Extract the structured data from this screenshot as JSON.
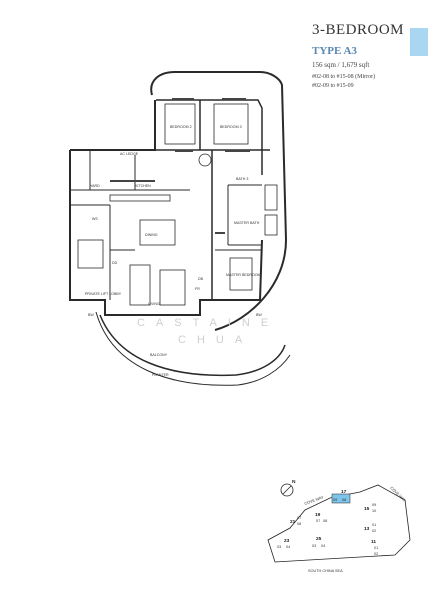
{
  "header": {
    "title": "3-BEDROOM",
    "type": "TYPE A3",
    "area": "156 sqm / 1,679 sqft",
    "units": [
      "#02-08 to #15-08 (Mirror)",
      "#02-09 to #15-09"
    ]
  },
  "colors": {
    "accent": "#a9d6f0",
    "type_text": "#5a87b2",
    "highlight": "#7fc4ea"
  },
  "rooms": {
    "bedroom2": "BEDROOM 2",
    "bedroom3": "BEDROOM 3",
    "ac_ledge": "AC LEDGE",
    "yard": "YARD",
    "kitchen": "KITCHEN",
    "ws": "WS",
    "bath3": "BATH 3",
    "master_bath": "MASTER BATH",
    "master_bedroom": "MASTER BEDROOM",
    "private_lift_lobby": "PRIVATE LIFT LOBBY",
    "dining": "DINING",
    "living": "LIVING",
    "balcony": "BALCONY",
    "planter": "PLANTER",
    "bw": "BW",
    "db": "DB",
    "fr": "FR",
    "dd": "DD",
    "ws2": "WS"
  },
  "watermark": [
    "CASTAINE",
    "CHUA"
  ],
  "keyplan": {
    "north": "N",
    "roads": [
      "COVE WAY",
      "COVE WAY"
    ],
    "sea": "SOUTH CHINA SEA",
    "blocks": [
      {
        "num": "17",
        "units": [
          "09",
          "08"
        ]
      },
      {
        "num": "15",
        "units": [
          "09",
          "10"
        ]
      },
      {
        "num": "13",
        "units": [
          "01",
          "02"
        ]
      },
      {
        "num": "11",
        "units": [
          "01",
          "02"
        ]
      },
      {
        "num": "19",
        "units": [
          "07",
          "08"
        ]
      },
      {
        "num": "21",
        "units": [
          "07",
          "08"
        ]
      },
      {
        "num": "23",
        "units": [
          "03",
          "04"
        ]
      },
      {
        "num": "25",
        "units": [
          "03",
          "04"
        ]
      }
    ]
  }
}
